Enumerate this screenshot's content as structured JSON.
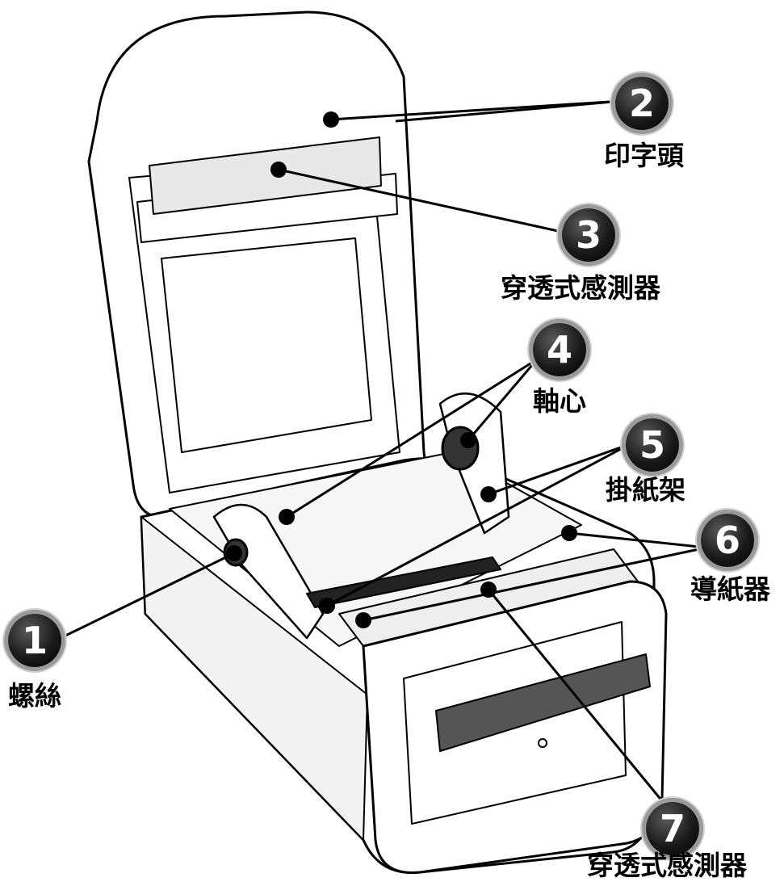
{
  "callouts": [
    {
      "number": "1",
      "label": "螺絲"
    },
    {
      "number": "2",
      "label": "印字頭"
    },
    {
      "number": "3",
      "label": "穿透式感測器"
    },
    {
      "number": "4",
      "label": "軸心"
    },
    {
      "number": "5",
      "label": "掛紙架"
    },
    {
      "number": "6",
      "label": "導紙器"
    },
    {
      "number": "7",
      "label": "穿透式感測器"
    }
  ],
  "device": {
    "name": "printer-open-view"
  },
  "colors": {
    "line": "#000000",
    "body_fill": "#ffffff",
    "shade": "#d9d9d9",
    "badge": "#111111"
  }
}
